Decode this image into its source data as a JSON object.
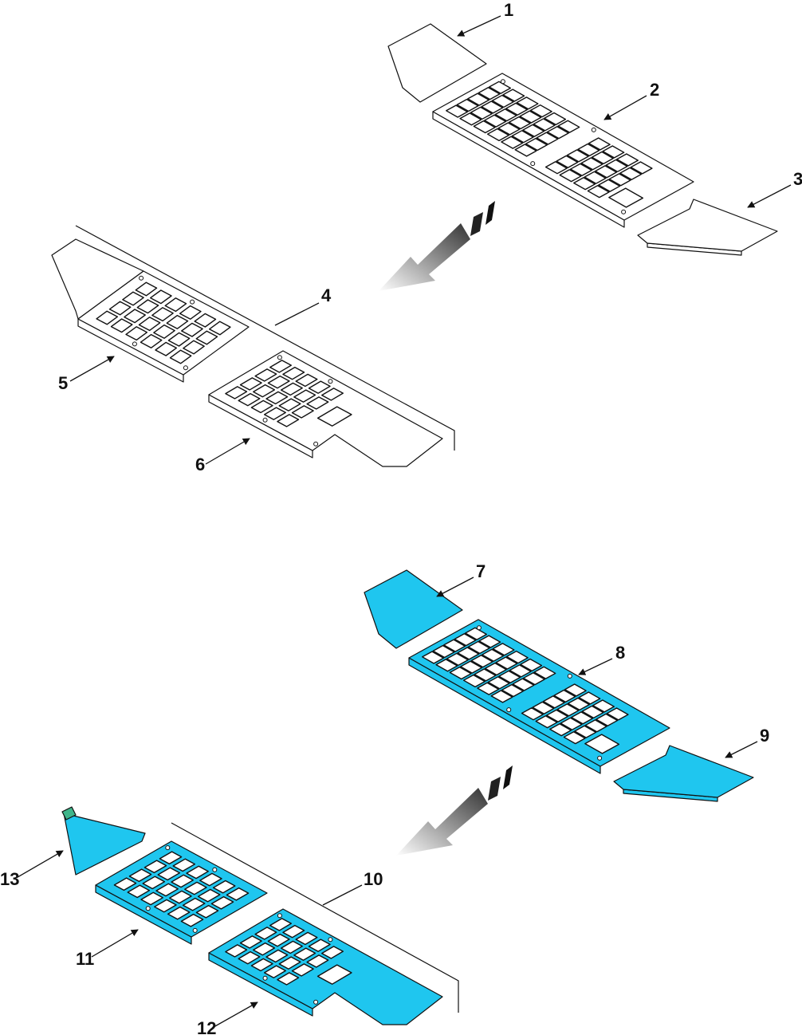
{
  "diagram": {
    "colors": {
      "line": "#111111",
      "highlight_fill": "#1fc6ef",
      "plain_fill": "#ffffff"
    },
    "callouts": [
      {
        "id": "1",
        "label": "1"
      },
      {
        "id": "2",
        "label": "2"
      },
      {
        "id": "3",
        "label": "3"
      },
      {
        "id": "4",
        "label": "4"
      },
      {
        "id": "5",
        "label": "5"
      },
      {
        "id": "6",
        "label": "6"
      },
      {
        "id": "7",
        "label": "7"
      },
      {
        "id": "8",
        "label": "8"
      },
      {
        "id": "9",
        "label": "9"
      },
      {
        "id": "10",
        "label": "10"
      },
      {
        "id": "11",
        "label": "11"
      },
      {
        "id": "12",
        "label": "12"
      },
      {
        "id": "13",
        "label": "13"
      }
    ],
    "icons": [
      "assembly-direction-arrow-icon",
      "assembly-direction-arrow-icon"
    ]
  }
}
